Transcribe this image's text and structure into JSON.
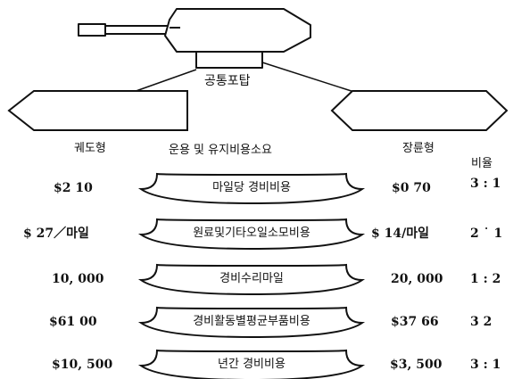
{
  "turret_label": "공통포탑",
  "left_label": "궤도형",
  "right_label": "장륜형",
  "center_header": "운용 및 유지비용소요",
  "ratio_header": "비율",
  "rows": [
    {
      "item": "마일당 경비비용",
      "tracked": "$2 10",
      "wheeled": "$0 70",
      "ratio": "3 : 1"
    },
    {
      "item": "원료및기타오일소모비용",
      "tracked": "$ 27／마일",
      "wheeled": "$ 14/마일",
      "ratio": "2 ˙ 1"
    },
    {
      "item": "경비수리마일",
      "tracked": "10, 000",
      "wheeled": "20, 000",
      "ratio": "1 : 2"
    },
    {
      "item": "경비활동별평균부품비용",
      "tracked": "$61 00",
      "wheeled": "$37 66",
      "ratio": "3 2"
    },
    {
      "item": "년간 경비비용",
      "tracked": "$10, 500",
      "wheeled": "$3, 500",
      "ratio": "3 : 1"
    }
  ]
}
